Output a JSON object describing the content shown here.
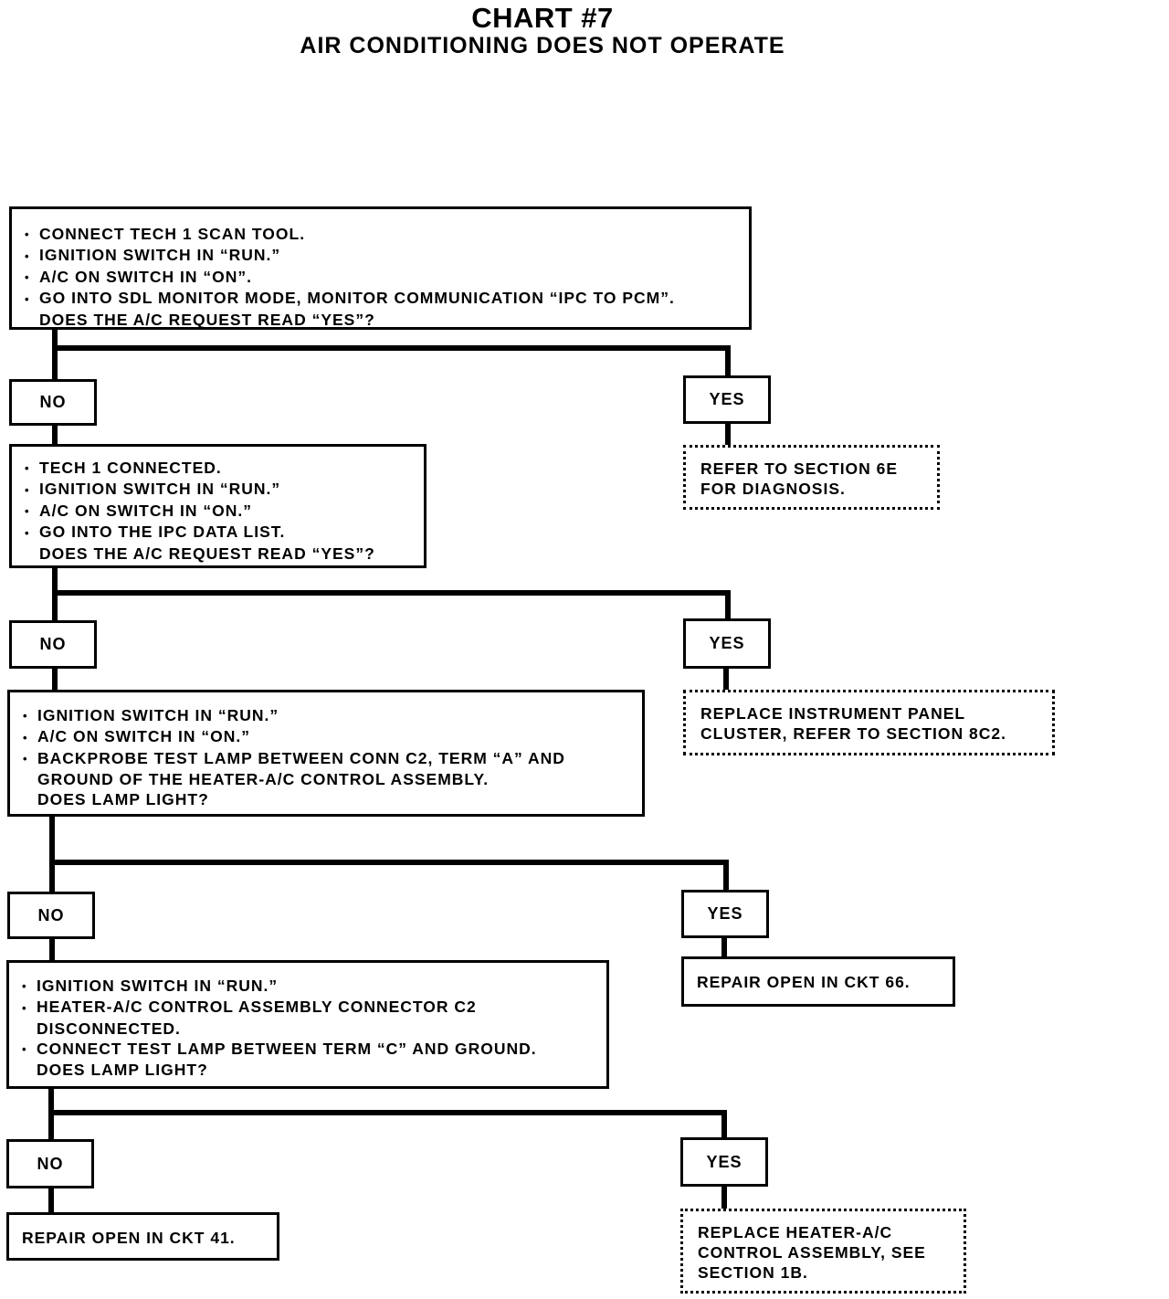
{
  "header": {
    "title": "CHART #7",
    "subtitle": "AIR CONDITIONING DOES NOT OPERATE"
  },
  "steps": [
    {
      "lines": [
        "CONNECT TECH 1 SCAN TOOL.",
        "IGNITION SWITCH IN “RUN.”",
        "A/C ON SWITCH IN “ON”.",
        "GO INTO SDL MONITOR MODE, MONITOR COMMUNICATION “IPC TO PCM”."
      ],
      "question": "DOES THE A/C REQUEST READ “YES”?",
      "no_label": "NO",
      "yes_label": "YES",
      "yes_result": [
        "REFER TO SECTION 6E",
        "FOR DIAGNOSIS."
      ]
    },
    {
      "lines": [
        "TECH 1 CONNECTED.",
        "IGNITION SWITCH IN “RUN.”",
        "A/C ON SWITCH IN “ON.”",
        "GO INTO THE IPC DATA LIST."
      ],
      "question": "DOES THE A/C REQUEST READ “YES”?",
      "no_label": "NO",
      "yes_label": "YES",
      "yes_result": [
        "REPLACE INSTRUMENT PANEL",
        "CLUSTER, REFER TO SECTION 8C2."
      ]
    },
    {
      "lines": [
        "IGNITION SWITCH IN “RUN.”",
        "A/C ON SWITCH IN “ON.”",
        "BACKPROBE TEST LAMP BETWEEN CONN C2, TERM “A” AND"
      ],
      "continuation": "GROUND OF THE HEATER-A/C CONTROL ASSEMBLY.",
      "question": "DOES LAMP LIGHT?",
      "no_label": "NO",
      "yes_label": "YES",
      "yes_result": [
        "REPAIR OPEN IN CKT 66."
      ]
    },
    {
      "lines": [
        "IGNITION SWITCH IN “RUN.”",
        "HEATER-A/C CONTROL ASSEMBLY CONNECTOR C2"
      ],
      "continuation": "DISCONNECTED.",
      "lines2": [
        "CONNECT TEST LAMP BETWEEN TERM “C” AND GROUND."
      ],
      "question": "DOES LAMP LIGHT?",
      "no_label": "NO",
      "yes_label": "YES",
      "no_result": [
        "REPAIR OPEN IN CKT 41."
      ],
      "yes_result": [
        "REPLACE HEATER-A/C",
        "CONTROL ASSEMBLY, SEE",
        "SECTION 1B."
      ]
    }
  ]
}
